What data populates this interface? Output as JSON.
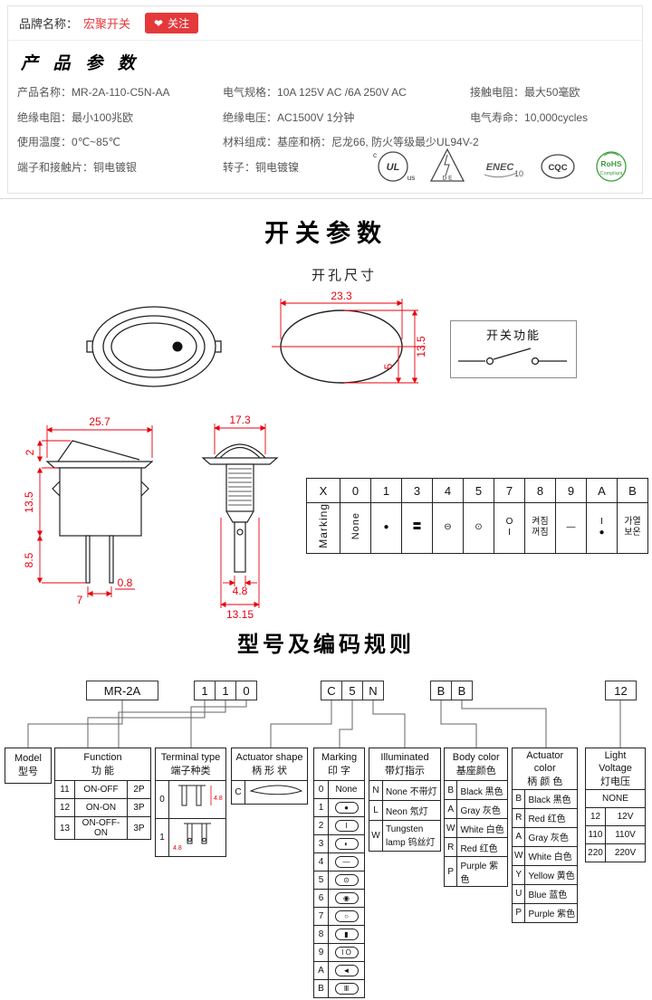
{
  "topbar": {
    "brand_label": "品牌名称：",
    "brand_name": "宏聚开关",
    "heart_icon": "❤",
    "follow_label": "关注"
  },
  "product_params": {
    "title": "产 品 参 数",
    "fields": [
      {
        "label": "产品名称：",
        "value": "MR-2A-110-C5N-AA"
      },
      {
        "label": "电气规格：",
        "value": "10A  125V  AC /6A 250V  AC"
      },
      {
        "label": "接触电阻：",
        "value": "最大50毫欧"
      },
      {
        "label": "绝缘电阻：",
        "value": "最小100兆欧"
      },
      {
        "label": "绝缘电压：",
        "value": "AC1500V 1分钟"
      },
      {
        "label": "电气寿命：",
        "value": "10,000cycles"
      },
      {
        "label": "使用温度：",
        "value": "0℃~85℃"
      },
      {
        "label": "材料组成：",
        "value": "基座和柄：尼龙66, 防火等级最少UL94V-2"
      },
      {
        "label": "端子和接触片：",
        "value": "铜电镀银"
      },
      {
        "label": "转子：",
        "value": "铜电镀镍"
      }
    ],
    "certs": {
      "ul_c": "c",
      "ul": "UL",
      "ul_us": "us",
      "vde": "D E",
      "enec": "ENEC",
      "enec_num": "10",
      "cqc": "CQC",
      "rohs": "RoHS",
      "rohs_sub": "Compliant"
    }
  },
  "switch_section": {
    "title": "开关参数",
    "hole_title": "开孔尺寸",
    "function_box_title": "开关功能",
    "dims": {
      "hole_width": "23.3",
      "hole_height": "13.5",
      "hole_inner": "5",
      "side_width": "25.7",
      "rocker_height": "2",
      "body_height": "13.5",
      "pin_length": "8.5",
      "pin_pitch": "7",
      "pin_thickness": "0.8",
      "front_width": "17.3",
      "terminal_width": "4.8",
      "front_depth": "13.15"
    },
    "marking_table": {
      "header": "X",
      "row_label": "Marking",
      "columns": [
        {
          "code": "0",
          "mark": "None"
        },
        {
          "code": "1",
          "mark": "●"
        },
        {
          "code": "3",
          "mark": "〓"
        },
        {
          "code": "4",
          "mark": "⊖"
        },
        {
          "code": "5",
          "mark": "⊙"
        },
        {
          "code": "7",
          "mark": "O\nI"
        },
        {
          "code": "8",
          "mark": "켜짐\n꺼짐"
        },
        {
          "code": "9",
          "mark": "—"
        },
        {
          "code": "A",
          "mark": "I\n●"
        },
        {
          "code": "B",
          "mark": "가열\n보온"
        }
      ]
    }
  },
  "coding": {
    "title": "型号及编码规则",
    "code_boxes": [
      "MR-2A",
      "1",
      "1",
      "0",
      "C",
      "5",
      "N",
      "B",
      "B",
      "12"
    ],
    "model": {
      "en": "Model",
      "cn": "型号"
    },
    "function": {
      "en": "Function",
      "cn": "功  能",
      "rows": [
        {
          "code": "11",
          "name": "ON-OFF",
          "poles": "2P"
        },
        {
          "code": "12",
          "name": "ON-ON",
          "poles": "3P"
        },
        {
          "code": "13",
          "name": "ON-OFF-ON",
          "poles": "3P"
        }
      ]
    },
    "terminal": {
      "en": "Terminal type",
      "cn": "端子种类",
      "dim": "4.8",
      "rows": [
        {
          "code": "0"
        },
        {
          "code": "1"
        }
      ]
    },
    "actuator_shape": {
      "en": "Actuator shape",
      "cn": "柄 形 状",
      "rows": [
        {
          "code": "C"
        }
      ]
    },
    "marking": {
      "en": "Marking",
      "cn": "印  字",
      "rows": [
        {
          "code": "0",
          "mark": "None"
        },
        {
          "code": "1",
          "mark": "●"
        },
        {
          "code": "2",
          "mark": "Ⅰ"
        },
        {
          "code": "3",
          "mark": "◐"
        },
        {
          "code": "4",
          "mark": "—"
        },
        {
          "code": "5",
          "mark": "⊙"
        },
        {
          "code": "6",
          "mark": "◉"
        },
        {
          "code": "7",
          "mark": "○"
        },
        {
          "code": "8",
          "mark": "▮"
        },
        {
          "code": "9",
          "mark": "I O"
        },
        {
          "code": "A",
          "mark": "◄"
        },
        {
          "code": "B",
          "mark": "Ⅲ"
        }
      ]
    },
    "illuminated": {
      "en": "Illuminated",
      "cn": "带灯指示",
      "rows": [
        {
          "code": "N",
          "name": "None 不带灯"
        },
        {
          "code": "L",
          "name": "Neon 氖灯"
        },
        {
          "code": "W",
          "name": "Tungsten lamp 钨丝灯"
        }
      ]
    },
    "body_color": {
      "en": "Body color",
      "cn": "基座颜色",
      "rows": [
        {
          "code": "B",
          "name": "Black 黑色"
        },
        {
          "code": "A",
          "name": "Gray 灰色"
        },
        {
          "code": "W",
          "name": "White 白色"
        },
        {
          "code": "R",
          "name": "Red 红色"
        },
        {
          "code": "P",
          "name": "Purple 紫色"
        }
      ]
    },
    "actuator_color": {
      "en": "Actuator color",
      "cn": "柄 颜 色",
      "rows": [
        {
          "code": "B",
          "name": "Black 黑色"
        },
        {
          "code": "R",
          "name": "Red 红色"
        },
        {
          "code": "A",
          "name": "Gray 灰色"
        },
        {
          "code": "W",
          "name": "White 白色"
        },
        {
          "code": "Y",
          "name": "Yellow 黄色"
        },
        {
          "code": "U",
          "name": "Blue 蓝色"
        },
        {
          "code": "P",
          "name": "Purple 紫色"
        }
      ]
    },
    "light_voltage": {
      "en": "Light Voltage",
      "cn": "灯电压",
      "none": "NONE",
      "rows": [
        {
          "code": "12",
          "name": "12V"
        },
        {
          "code": "110",
          "name": "110V"
        },
        {
          "code": "220",
          "name": "220V"
        }
      ]
    }
  },
  "colors": {
    "brand_red": "#e4393c",
    "dim_red": "#e8000d"
  }
}
